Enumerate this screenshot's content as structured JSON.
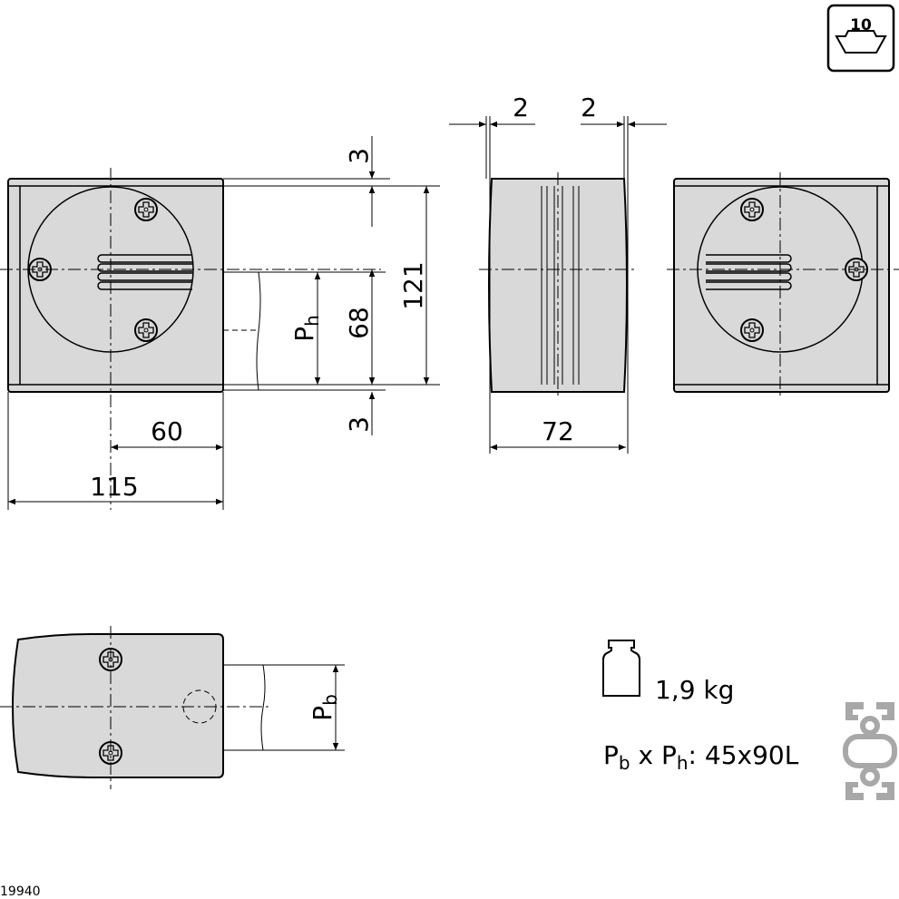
{
  "badge": {
    "label": "10"
  },
  "dimensions": {
    "d3_top": "3",
    "d3_bottom": "3",
    "d121": "121",
    "d68": "68",
    "ph": "P",
    "ph_sub": "h",
    "d60": "60",
    "d115": "115",
    "d2_left": "2",
    "d2_right": "2",
    "d72": "72",
    "pb": "P",
    "pb_sub": "b"
  },
  "specs": {
    "weight": "1,9 kg",
    "profile_p1": "P",
    "profile_b": "b",
    "profile_x": " x P",
    "profile_h": "h",
    "profile_value": ": 45x90L"
  },
  "footer": {
    "id": "19940"
  },
  "icons": [
    "weight-icon",
    "profile-icon",
    "badge-icon"
  ]
}
